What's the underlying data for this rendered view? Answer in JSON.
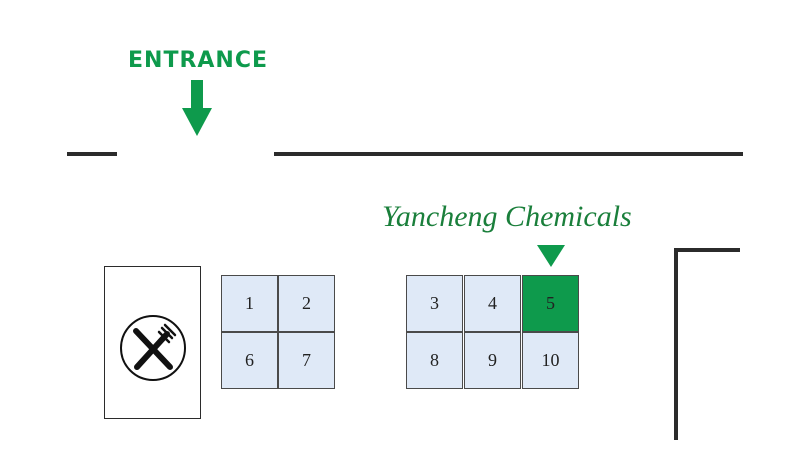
{
  "entrance": {
    "label": "ENTRANCE",
    "arrow_icon": "down-arrow-icon"
  },
  "exhibitor": {
    "name": "Yancheng Chemicals",
    "marker_icon": "down-triangle-icon",
    "booth": "5"
  },
  "dining_area": {
    "icon": "fork-knife-icon"
  },
  "colors": {
    "accent_green": "#0e9a4c",
    "label_green": "#1a7f3b",
    "booth_fill": "#dfe9f7",
    "highlight_booth": "#0e9a4c",
    "wall": "#2b2b2b"
  },
  "booth_groups": [
    {
      "booths": [
        [
          "1",
          "2"
        ],
        [
          "6",
          "7"
        ]
      ]
    },
    {
      "booths": [
        [
          "3",
          "4",
          "5"
        ],
        [
          "8",
          "9",
          "10"
        ]
      ]
    }
  ]
}
